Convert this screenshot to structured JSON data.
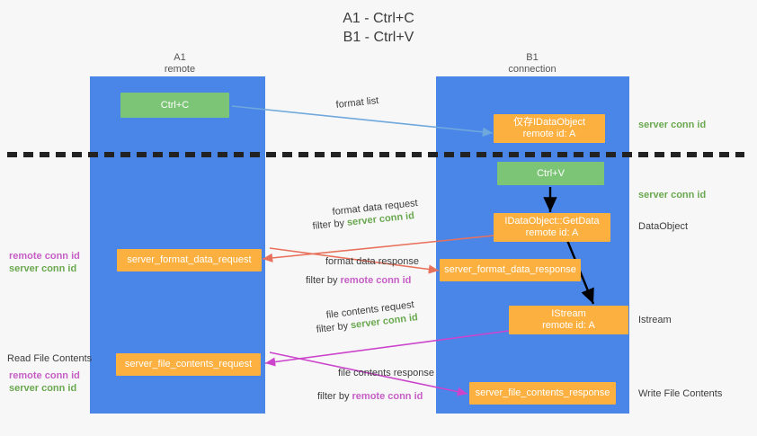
{
  "title": {
    "line1": "A1 - Ctrl+C",
    "line2": "B1 - Ctrl+V"
  },
  "lanes": [
    {
      "name": "A1",
      "sub": "remote",
      "color": "#4a86e8"
    },
    {
      "name": "B1",
      "sub": "connection",
      "color": "#4a86e8"
    }
  ],
  "nodes": {
    "ctrl_c": {
      "l1": "Ctrl+C",
      "l2": "",
      "color": "#7cc576"
    },
    "data_object_top": {
      "l1": "仅存IDataObject",
      "l2": "remote id: A",
      "color": "#fbb040"
    },
    "ctrl_v": {
      "l1": "Ctrl+V",
      "l2": "",
      "color": "#7cc576"
    },
    "get_data": {
      "l1": "IDataObject::GetData",
      "l2": "remote id: A",
      "color": "#fbb040"
    },
    "format_data_request": {
      "l1": "server_format_data_request",
      "l2": "",
      "color": "#fbb040"
    },
    "format_data_response": {
      "l1": "server_format_data_response",
      "l2": "",
      "color": "#fbb040"
    },
    "istream": {
      "l1": "IStream",
      "l2": "remote id: A",
      "color": "#fbb040"
    },
    "file_contents_request": {
      "l1": "server_file_contents_request",
      "l2": "",
      "color": "#fbb040"
    },
    "file_contents_response": {
      "l1": "server_file_contents_response",
      "l2": "",
      "color": "#fbb040"
    }
  },
  "edges": {
    "format_list": "format list",
    "format_data_request_label": "format data request",
    "format_data_request_filter_pre": "filter by ",
    "format_data_request_filter_key": "server conn id",
    "format_data_response_label": "format data response",
    "format_data_response_filter_pre": "filter by ",
    "format_data_response_filter_key": "remote conn id",
    "file_contents_request_label": "file contents request",
    "file_contents_request_filter_pre": "filter by ",
    "file_contents_request_filter_key": "server conn id",
    "file_contents_response_label": "file contents response",
    "file_contents_response_filter_pre": "filter by ",
    "file_contents_response_filter_key": "remote conn id"
  },
  "annotations": {
    "right_server_conn_1": "server conn id",
    "right_server_conn_2": "server conn id",
    "right_data_object": "DataObject",
    "right_istream": "Istream",
    "right_write_file": "Write File Contents",
    "left_read_file": "Read File Contents",
    "left_remote_conn_1": "remote conn id",
    "left_server_conn_1": "server conn id",
    "left_remote_conn_2": "remote conn id",
    "left_server_conn_2": "server conn id"
  },
  "colors": {
    "lane": "#4a86e8",
    "green_node": "#7cc576",
    "orange_node": "#fbb040",
    "green_text": "#6aa84f",
    "magenta_text": "#c65ec6",
    "blue_arrow": "#6fa8dc",
    "red_arrow": "#e8715c",
    "magenta_arrow": "#cc44cc",
    "black_arrow": "#000000",
    "divider": "#222222",
    "background": "#f7f7f7"
  }
}
